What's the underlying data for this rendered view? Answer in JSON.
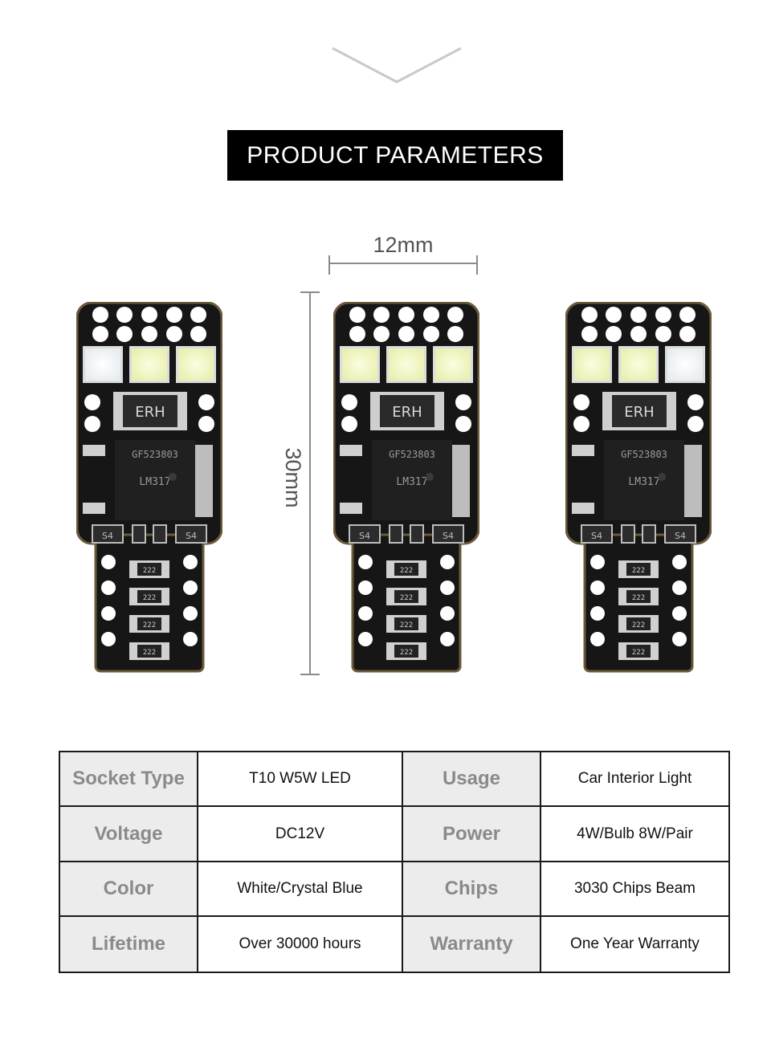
{
  "header": {
    "title": "PRODUCT PARAMETERS"
  },
  "dimensions": {
    "width": "12mm",
    "height": "30mm"
  },
  "chip_markings": {
    "resistor": "ERH",
    "ic_code": "GF523803",
    "ic_model": "LM317",
    "pad_label": "S4",
    "small_resistor": "222"
  },
  "colors": {
    "banner": "#000000",
    "pcb": "#161616",
    "pcb_edge": "#6b5a3a",
    "label_cell": "#ececec",
    "led_white": "#ffffff",
    "led_warm": "#f6f9c8"
  },
  "specs": {
    "rows": [
      {
        "label1": "Socket Type",
        "value1": "T10 W5W LED",
        "label2": "Usage",
        "value2": "Car Interior Light"
      },
      {
        "label1": "Voltage",
        "value1": "DC12V",
        "label2": "Power",
        "value2": "4W/Bulb 8W/Pair"
      },
      {
        "label1": "Color",
        "value1": "White/Crystal Blue",
        "label2": "Chips",
        "value2": "3030 Chips Beam"
      },
      {
        "label1": "Lifetime",
        "value1": "Over 30000 hours",
        "label2": "Warranty",
        "value2": "One Year Warranty"
      }
    ]
  }
}
